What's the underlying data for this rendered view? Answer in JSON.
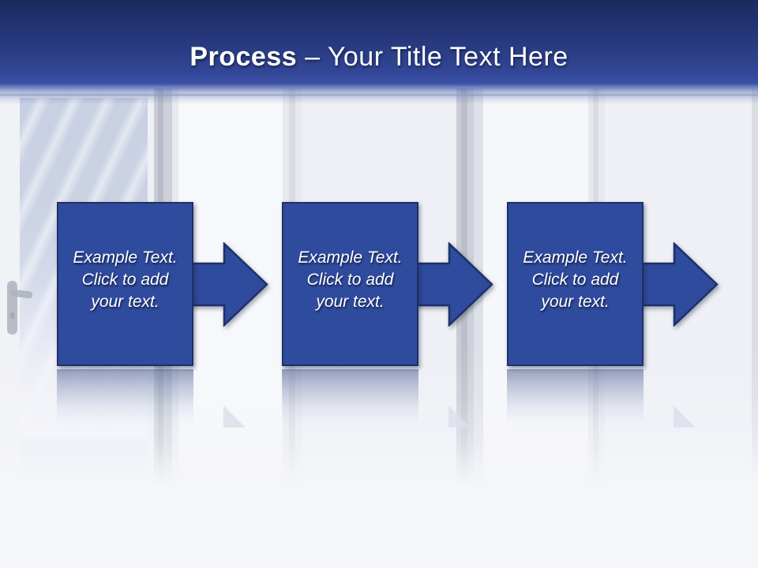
{
  "header": {
    "title_bold": "Process",
    "title_rest": " – Your Title Text Here"
  },
  "steps": [
    {
      "lines": [
        "Example Text.",
        "Click to add",
        "your text."
      ]
    },
    {
      "lines": [
        "Example Text.",
        "Click to add",
        "your text."
      ]
    },
    {
      "lines": [
        "Example Text.",
        "Click to add",
        "your text."
      ]
    }
  ],
  "colors": {
    "header_gradient_top": "#1b2a5e",
    "header_gradient_bottom": "#3a51a5",
    "shape_fill": "#2f4b9d",
    "shape_border": "#1e3068",
    "title_text": "#ffffff",
    "body_text": "#ffffff",
    "sky": "#c9d1e3"
  }
}
